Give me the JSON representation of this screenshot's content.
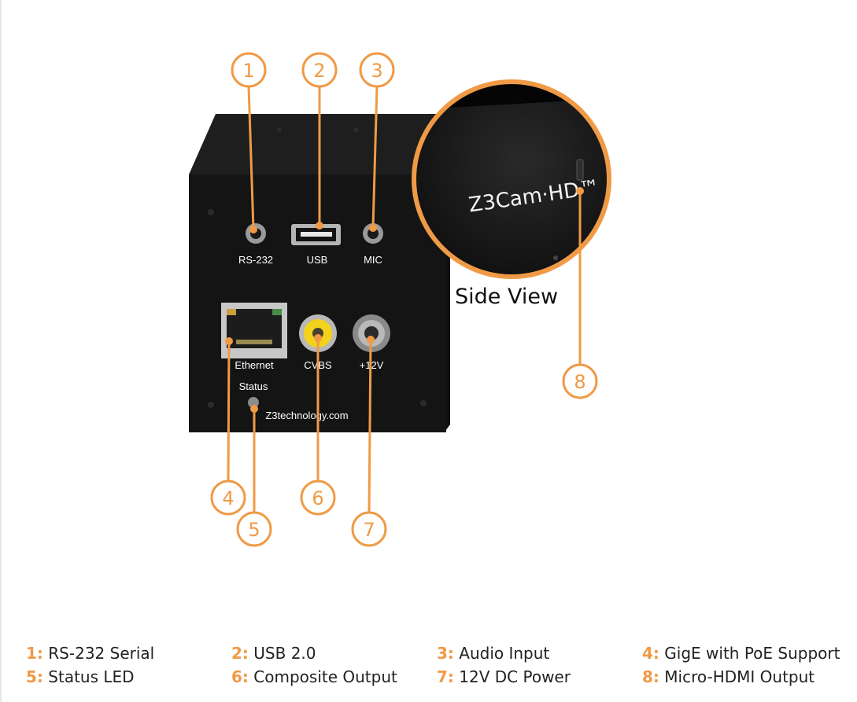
{
  "callouts": [
    "1",
    "2",
    "3",
    "4",
    "5",
    "6",
    "7",
    "8"
  ],
  "panel_labels": {
    "rs232": "RS-232",
    "usb": "USB",
    "mic": "MIC",
    "ethernet": "Ethernet",
    "cvbs": "CVBS",
    "power": "+12V",
    "status": "Status",
    "website": "Z3technology.com"
  },
  "side_view": {
    "caption": "Side View",
    "logo": "Z3Cam·HD™"
  },
  "legend": [
    {
      "num": "1:",
      "text": "RS-232 Serial"
    },
    {
      "num": "2:",
      "text": "USB 2.0"
    },
    {
      "num": "3:",
      "text": "Audio Input"
    },
    {
      "num": "4:",
      "text": "GigE with PoE Support"
    },
    {
      "num": "5:",
      "text": "Status LED"
    },
    {
      "num": "6:",
      "text": "Composite Output"
    },
    {
      "num": "7:",
      "text": "12V DC Power"
    },
    {
      "num": "8:",
      "text": "Micro-HDMI Output"
    }
  ],
  "colors": {
    "accent": "#f09a46",
    "device_body": "#141414",
    "device_top": "#1e1e1e"
  }
}
